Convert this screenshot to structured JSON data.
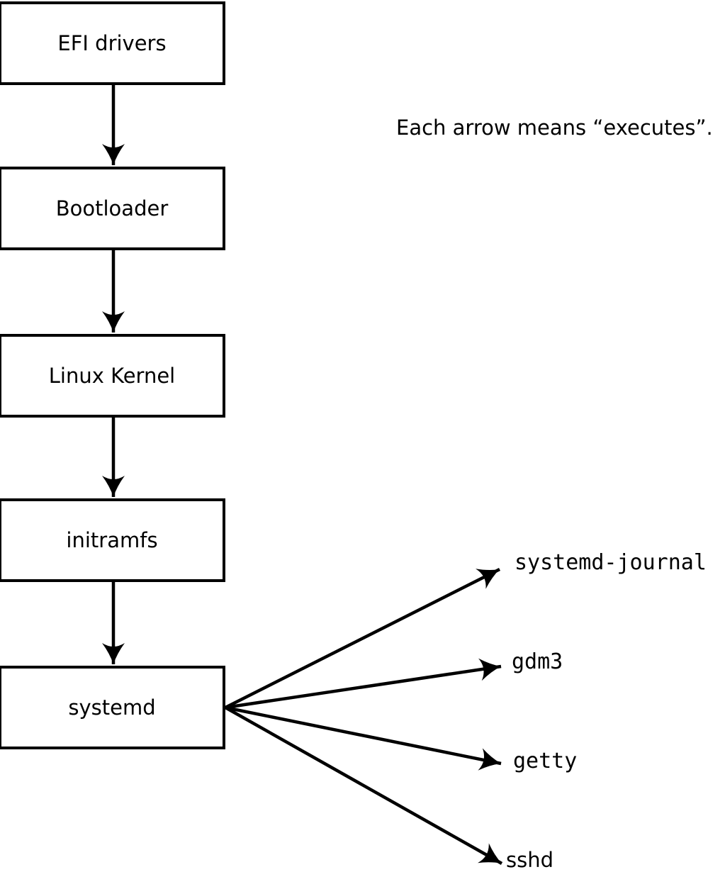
{
  "diagram": {
    "note": "Each arrow means “executes”.",
    "chain": [
      {
        "label": "EFI drivers"
      },
      {
        "label": "Bootloader"
      },
      {
        "label": "Linux Kernel"
      },
      {
        "label": "initramfs"
      },
      {
        "label": "systemd"
      }
    ],
    "spawned": [
      {
        "label": "systemd-journal"
      },
      {
        "label": "gdm3"
      },
      {
        "label": "getty"
      },
      {
        "label": "sshd"
      }
    ],
    "arrow_meaning": "executes",
    "colors": {
      "stroke": "#000000",
      "box_fill": "#ffffff",
      "background": "#ffffff",
      "text": "#000000"
    }
  }
}
